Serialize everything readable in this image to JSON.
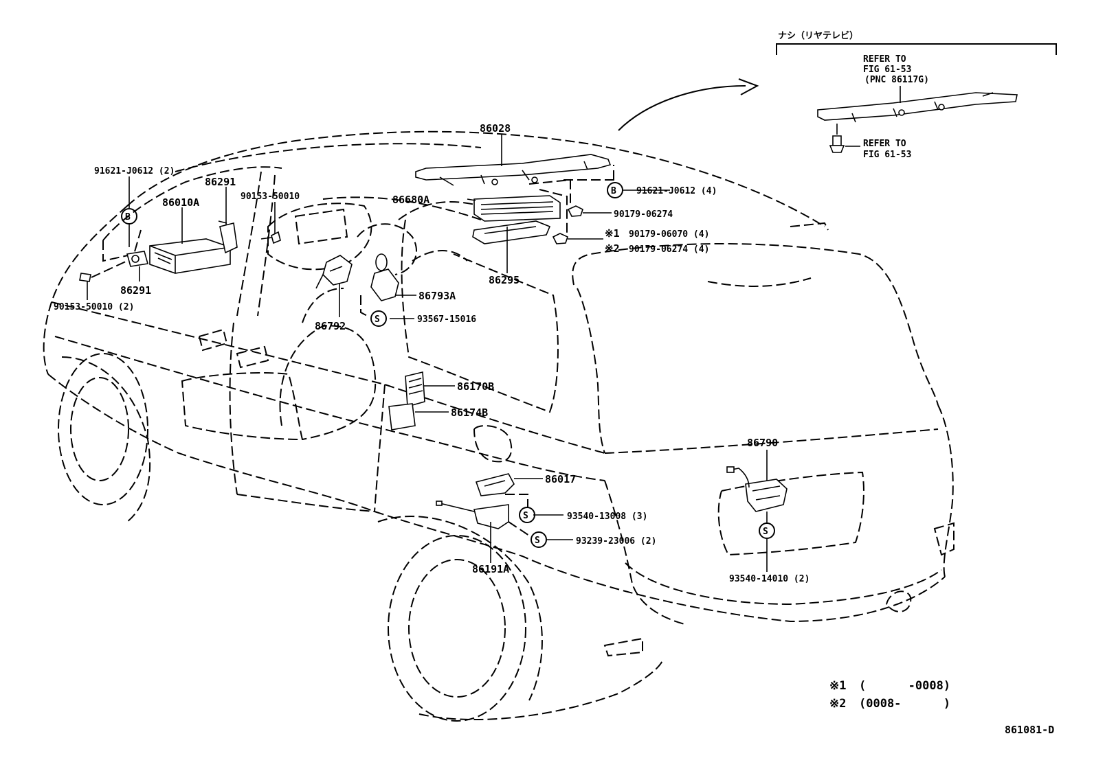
{
  "header": {
    "variant_note": "ナシ（リヤテレビ）",
    "refer_to_1": "REFER TO",
    "fig_1": "FIG 61-53",
    "pnc": "(PNC 86117G)",
    "refer_to_2": "REFER TO",
    "fig_2": "FIG 61-53"
  },
  "parts": {
    "p86028": "86028",
    "p91621_j0612_4": "91621-J0612 (4)",
    "p90179_06274": "90179-06274",
    "p90179_06070_4": "90179-06070 (4)",
    "p90179_06274_4": "90179-06274 (4)",
    "p86680a": "86680A",
    "p86295": "86295",
    "p91621_j0612_2": "91621-J0612 (2)",
    "p86291_top": "86291",
    "p86010a": "86010A",
    "p90153_50010": "90153-50010",
    "p86291_bottom": "86291",
    "p90153_50010_2": "90153-50010 (2)",
    "p86793a": "86793A",
    "p93567_15016": "93567-15016",
    "p86792": "86792",
    "p86170b": "86170B",
    "p86174b": "86174B",
    "p86017": "86017",
    "p93540_13008_3": "93540-13008 (3)",
    "p93239_23006_2": "93239-23006 (2)",
    "p86191a": "86191A",
    "p86790": "86790",
    "p93540_14010_2": "93540-14010 (2)"
  },
  "markers": {
    "bolt_b": "B",
    "screw_s": "S",
    "note_1": "※1",
    "note_2": "※2"
  },
  "legend": {
    "row1_mark": "※1",
    "row1_range": "(      -0008)",
    "row2_mark": "※2",
    "row2_range": "(0008-      )"
  },
  "figure_code": "861081-D"
}
